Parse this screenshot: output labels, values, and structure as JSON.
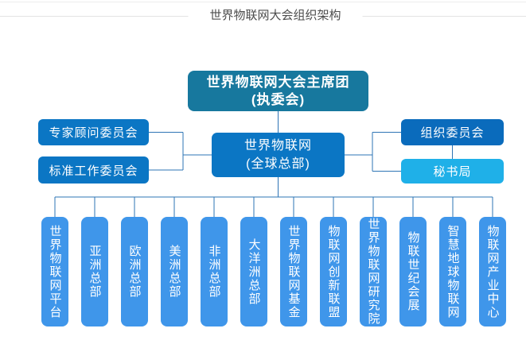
{
  "header": {
    "title": "世界物联网大会组织架构"
  },
  "chart": {
    "root": {
      "line1": "世界物联网大会主席团",
      "line2": "(执委会)"
    },
    "hq": {
      "line1": "世界物联网",
      "line2": "(全球总部)"
    },
    "left": [
      {
        "label": "专家顾问委员会"
      },
      {
        "label": "标准工作委员会"
      }
    ],
    "right": [
      {
        "label": "组织委员会"
      },
      {
        "label": "秘书局"
      }
    ],
    "branches": [
      {
        "label": "世界物联网平台"
      },
      {
        "label": "亚洲总部"
      },
      {
        "label": "欧洲总部"
      },
      {
        "label": "美洲总部"
      },
      {
        "label": "非洲总部"
      },
      {
        "label": "大洋洲总部"
      },
      {
        "label": "世界物联网基金"
      },
      {
        "label": "物联网创新联盟"
      },
      {
        "label": "世界物联网研究院"
      },
      {
        "label": "物联世纪会展"
      },
      {
        "label": "智慧地球物联网"
      },
      {
        "label": "物联网产业中心"
      }
    ],
    "colors": {
      "root_box": "#17789E",
      "primary_box": "#0B76C4",
      "org_box": "#0A6BBC",
      "secretariat_box": "#1FB0E8",
      "branch_box": "#3F96EA",
      "connector": "#2E74B5",
      "title_text": "#4D4D4D",
      "divider": "#E3E3E3"
    }
  }
}
